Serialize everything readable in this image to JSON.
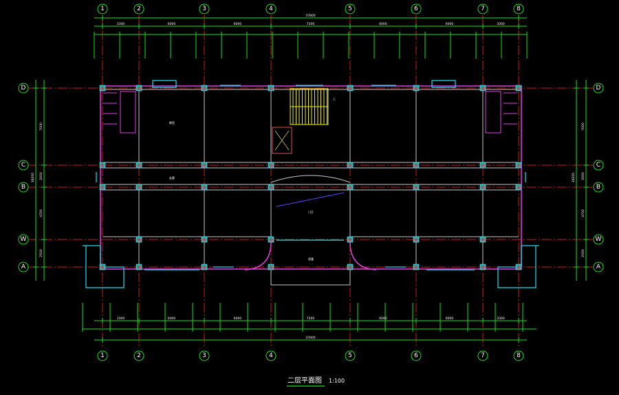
{
  "title": "二层平面图",
  "scale": "1:100",
  "axes": {
    "columns": [
      "1",
      "2",
      "3",
      "4",
      "5",
      "6",
      "7",
      "8"
    ],
    "rows": [
      "D",
      "C",
      "B",
      "W",
      "A"
    ]
  },
  "dimensions": {
    "top_overall": "37800",
    "top_bays": [
      "3300",
      "6000",
      "6000",
      "7200",
      "6000",
      "6000",
      "3300"
    ],
    "bottom_overall": "37800",
    "bottom_bays": [
      "3300",
      "6000",
      "6000",
      "7200",
      "6000",
      "6000",
      "3300"
    ],
    "left_overall": "16200",
    "left_bays": [
      "7000",
      "2000",
      "4700",
      "2500"
    ]
  },
  "labels": {
    "stair": "上",
    "corridor": "走廊",
    "room": "教室",
    "hall": "门厅",
    "canopy": "雨篷"
  },
  "colors": {
    "background": "#000000",
    "grid": "#d01818",
    "dimension": "#19e019",
    "outer_wall": "#e040e0",
    "window": "#20e0f0",
    "stair": "#f0f020"
  }
}
